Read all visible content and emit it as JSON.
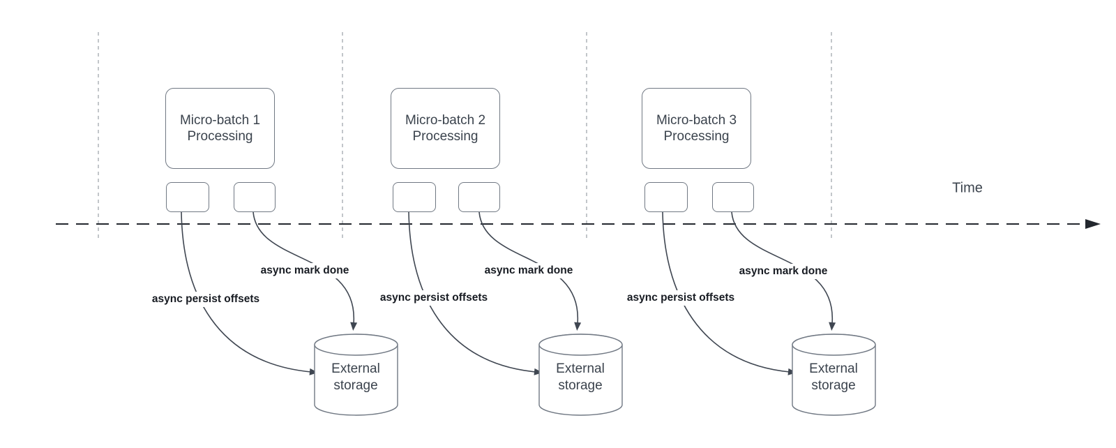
{
  "diagram": {
    "axis": {
      "label": "Time"
    },
    "batches": [
      {
        "title": "Micro-batch 1 Processing",
        "persist_label": "async persist offsets",
        "mark_done_label": "async mark done",
        "storage_label": "External storage"
      },
      {
        "title": "Micro-batch 2 Processing",
        "persist_label": "async persist offsets",
        "mark_done_label": "async mark done",
        "storage_label": "External storage"
      },
      {
        "title": "Micro-batch 3 Processing",
        "persist_label": "async persist offsets",
        "mark_done_label": "async mark done",
        "storage_label": "External storage"
      }
    ]
  },
  "colors": {
    "shape_stroke": "#707883",
    "arrow_stroke": "#3f4651",
    "axis_color": "#23272e",
    "separator_color": "#a9adb3",
    "text_color": "#3b434d",
    "label_text_color": "#171b22"
  }
}
